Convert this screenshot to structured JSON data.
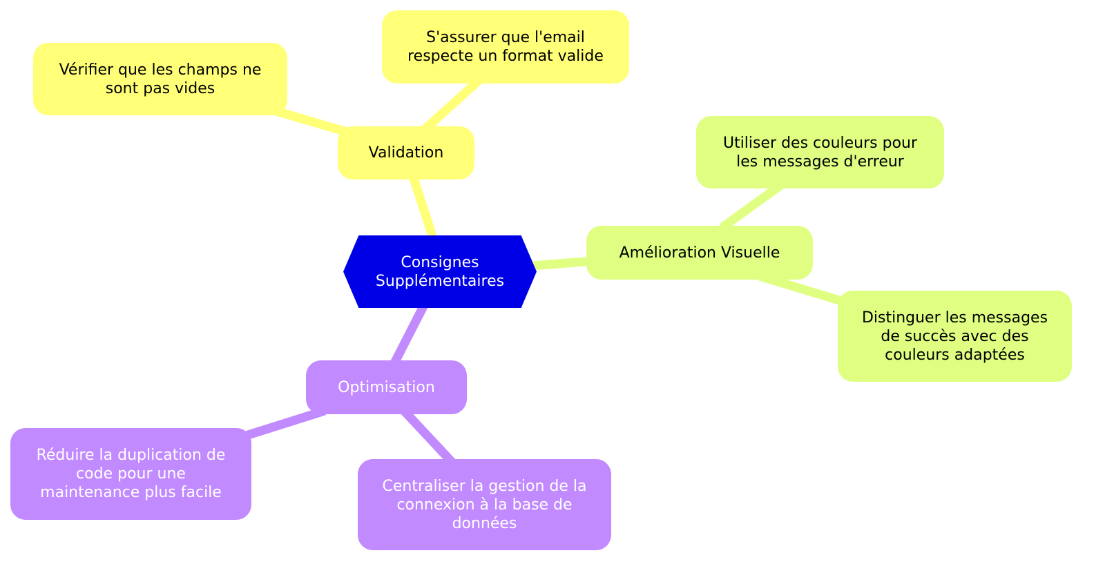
{
  "root": {
    "label": "Consignes\nSupplémentaires",
    "color": "#0000e6"
  },
  "branches": [
    {
      "label": "Validation",
      "color": "#ffff78",
      "children": [
        "Vérifier que les champs ne\nsont pas vides",
        "S'assurer que l'email\nrespecte un format valide"
      ]
    },
    {
      "label": "Amélioration Visuelle",
      "color": "#e0ff82",
      "children": [
        "Utiliser des couleurs pour\nles messages d'erreur",
        "Distinguer les messages\nde succès avec des\ncouleurs adaptées"
      ]
    },
    {
      "label": "Optimisation",
      "color": "#c28aff",
      "children": [
        "Réduire la duplication de\ncode pour une\nmaintenance plus facile",
        "Centraliser la gestion de la\nconnexion à la base de\ndonnées"
      ]
    }
  ]
}
